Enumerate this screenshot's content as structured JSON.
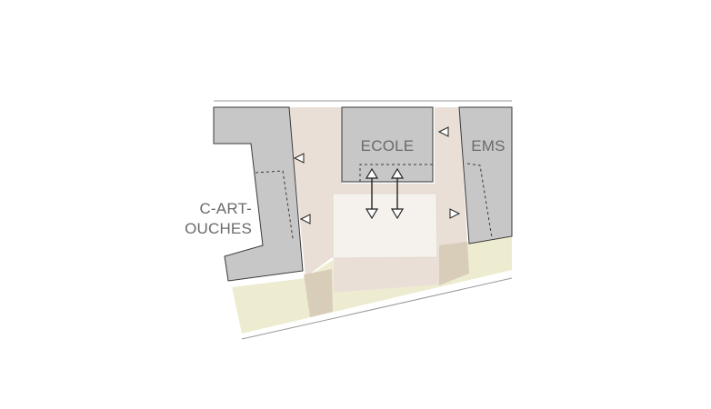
{
  "labels": {
    "ecole": "ECOLE",
    "ems": "EMS",
    "c_art_line1": "C-ART-",
    "c_art_line2": "OUCHES"
  },
  "colors": {
    "background": "#ffffff",
    "building_fill": "#c7c7c7",
    "building_stroke": "#3a3a3a",
    "circulation_zone": "#eadfd6",
    "circulation_zone_dark": "#d8cdb9",
    "playground": "#f5f1ec",
    "green_strip": "#eeecd0",
    "road_line": "#9a9a9a",
    "label_text": "#6a6a6a",
    "arrow_stroke": "#222222"
  },
  "icons": {
    "direction_markers": "triangle-icon",
    "access_arrows": "double-arrow-icon"
  }
}
